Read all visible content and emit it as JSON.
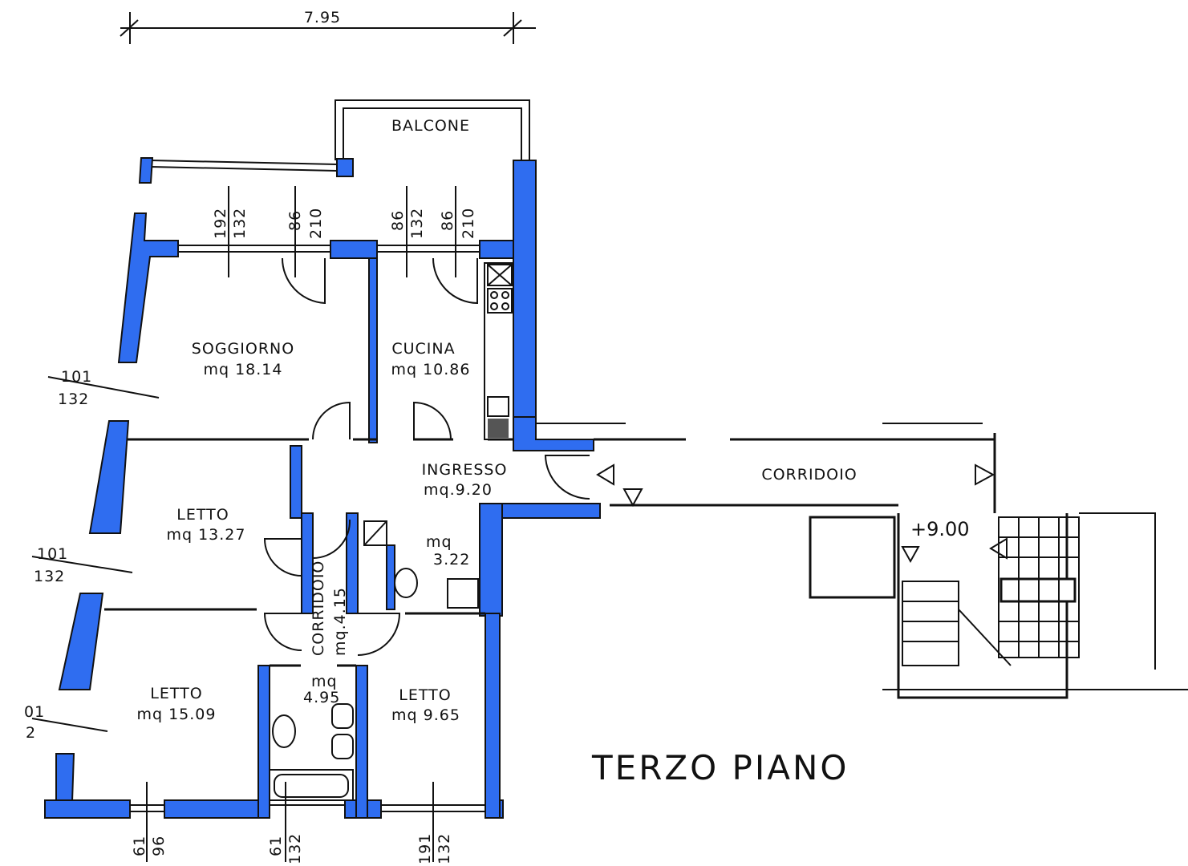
{
  "colors": {
    "wall": "#2f6df0",
    "line": "#111111",
    "background": "#ffffff"
  },
  "title": "TERZO  PIANO",
  "top_dimension": "7.95",
  "level": "+9.00",
  "rooms": {
    "balcone": {
      "name": "BALCONE"
    },
    "soggiorno": {
      "name": "SOGGIORNO",
      "area": "mq  18.14"
    },
    "cucina": {
      "name": "CUCINA",
      "area": "mq  10.86"
    },
    "ingresso": {
      "name": "INGRESSO",
      "area": "mq.9.20"
    },
    "corridoio_main": {
      "name": "CORRIDOIO"
    },
    "letto1": {
      "name": "LETTO",
      "area": "mq  13.27"
    },
    "letto2": {
      "name": "LETTO",
      "area": "mq  15.09"
    },
    "letto3": {
      "name": "LETTO",
      "area": "mq  9.65"
    },
    "corridoio_small": {
      "name": "CORRIDOIO",
      "area": "mq.4.15"
    },
    "bagno1": {
      "mq": "mq",
      "area": "3.22"
    },
    "bagno2": {
      "mq": "mq",
      "area": "4.95"
    }
  },
  "openings": {
    "top": [
      {
        "a": "192",
        "b": "132"
      },
      {
        "a": "86",
        "b": "210"
      },
      {
        "a": "86",
        "b": "132"
      },
      {
        "a": "86",
        "b": "210"
      }
    ],
    "left": [
      {
        "a": "101",
        "b": "132"
      },
      {
        "a": "101",
        "b": "132"
      },
      {
        "a": "01",
        "b": "2"
      }
    ],
    "bottom": [
      {
        "a": "61",
        "b": "96"
      },
      {
        "a": "61",
        "b": "132"
      },
      {
        "a": "191",
        "b": "132"
      }
    ]
  }
}
